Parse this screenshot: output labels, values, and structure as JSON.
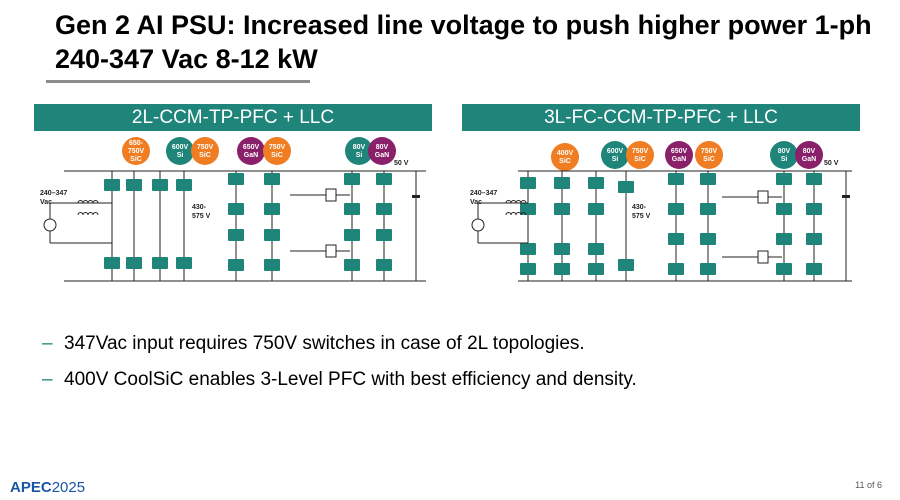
{
  "slide": {
    "title": "Gen 2 AI PSU: Increased line voltage to push higher power 1-ph  240-347 Vac  8-12 kW",
    "page_number": "11 of 6"
  },
  "colors": {
    "teal": "#1f8479",
    "orange": "#f07d22",
    "purple": "#8a1f6a",
    "logo_blue": "#1a56a6"
  },
  "left_panel": {
    "header": "2L-CCM-TP-PFC + LLC",
    "badges": [
      {
        "text1": "650-",
        "text2": "750V",
        "text3": "SiC",
        "color": "orange"
      },
      {
        "text1": "600V",
        "text2": "Si",
        "text3": "",
        "color": "teal"
      },
      {
        "text1": "750V",
        "text2": "SiC",
        "text3": "",
        "color": "orange"
      },
      {
        "text1": "650V",
        "text2": "GaN",
        "text3": "",
        "color": "purple"
      },
      {
        "text1": "750V",
        "text2": "SiC",
        "text3": "",
        "color": "orange"
      },
      {
        "text1": "80V",
        "text2": "Si",
        "text3": "",
        "color": "teal"
      },
      {
        "text1": "80V",
        "text2": "GaN",
        "text3": "",
        "color": "purple"
      }
    ],
    "input_label_1": "240–347",
    "input_label_2": "Vac",
    "bus_label_1": "430-",
    "bus_label_2": "575 V",
    "out_label": "50 V"
  },
  "right_panel": {
    "header": "3L-FC-CCM-TP-PFC + LLC",
    "badges": [
      {
        "text1": "400V",
        "text2": "SiC",
        "text3": "",
        "color": "orange"
      },
      {
        "text1": "600V",
        "text2": "Si",
        "text3": "",
        "color": "teal"
      },
      {
        "text1": "750V",
        "text2": "SiC",
        "text3": "",
        "color": "orange"
      },
      {
        "text1": "650V",
        "text2": "GaN",
        "text3": "",
        "color": "purple"
      },
      {
        "text1": "750V",
        "text2": "SiC",
        "text3": "",
        "color": "orange"
      },
      {
        "text1": "80V",
        "text2": "Si",
        "text3": "",
        "color": "teal"
      },
      {
        "text1": "80V",
        "text2": "GaN",
        "text3": "",
        "color": "purple"
      }
    ],
    "input_label_1": "240–347",
    "input_label_2": "Vac",
    "bus_label_1": "430-",
    "bus_label_2": "575 V",
    "out_label": "50 V"
  },
  "bullets": [
    "347Vac input requires 750V switches in case of 2L topologies.",
    "400V CoolSiC enables 3-Level PFC with best efficiency and density."
  ],
  "bullet_marker": "–",
  "footer": {
    "logo": "APEC",
    "year": "2025"
  }
}
